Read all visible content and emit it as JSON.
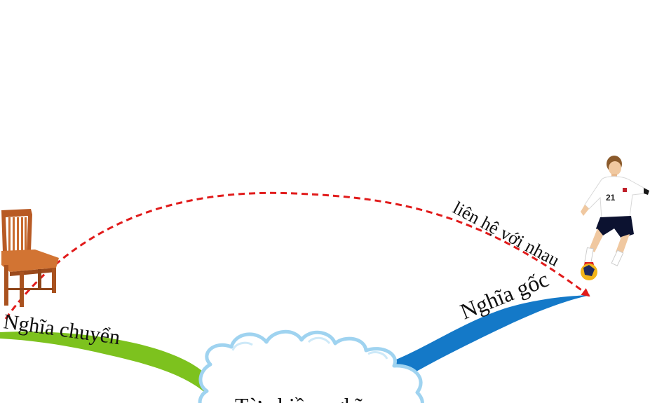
{
  "diagram": {
    "center_label": "Từ nhiều nghĩa",
    "left_branch_label": "Nghĩa chuyển",
    "right_branch_label": "Nghĩa gốc",
    "arrow_label": "liên hệ với nhau",
    "player_jersey_number": "21",
    "colors": {
      "left_branch": "#7dc21e",
      "right_branch": "#1479c8",
      "arrow": "#e11b1b",
      "cloud_stroke": "#9fd3f0",
      "cloud_fill": "#ffffff",
      "chair_wood": "#c86a2e",
      "ball": "#f2b519"
    },
    "icons": [
      "chair-image",
      "football-player-image",
      "cloud-shape"
    ]
  }
}
